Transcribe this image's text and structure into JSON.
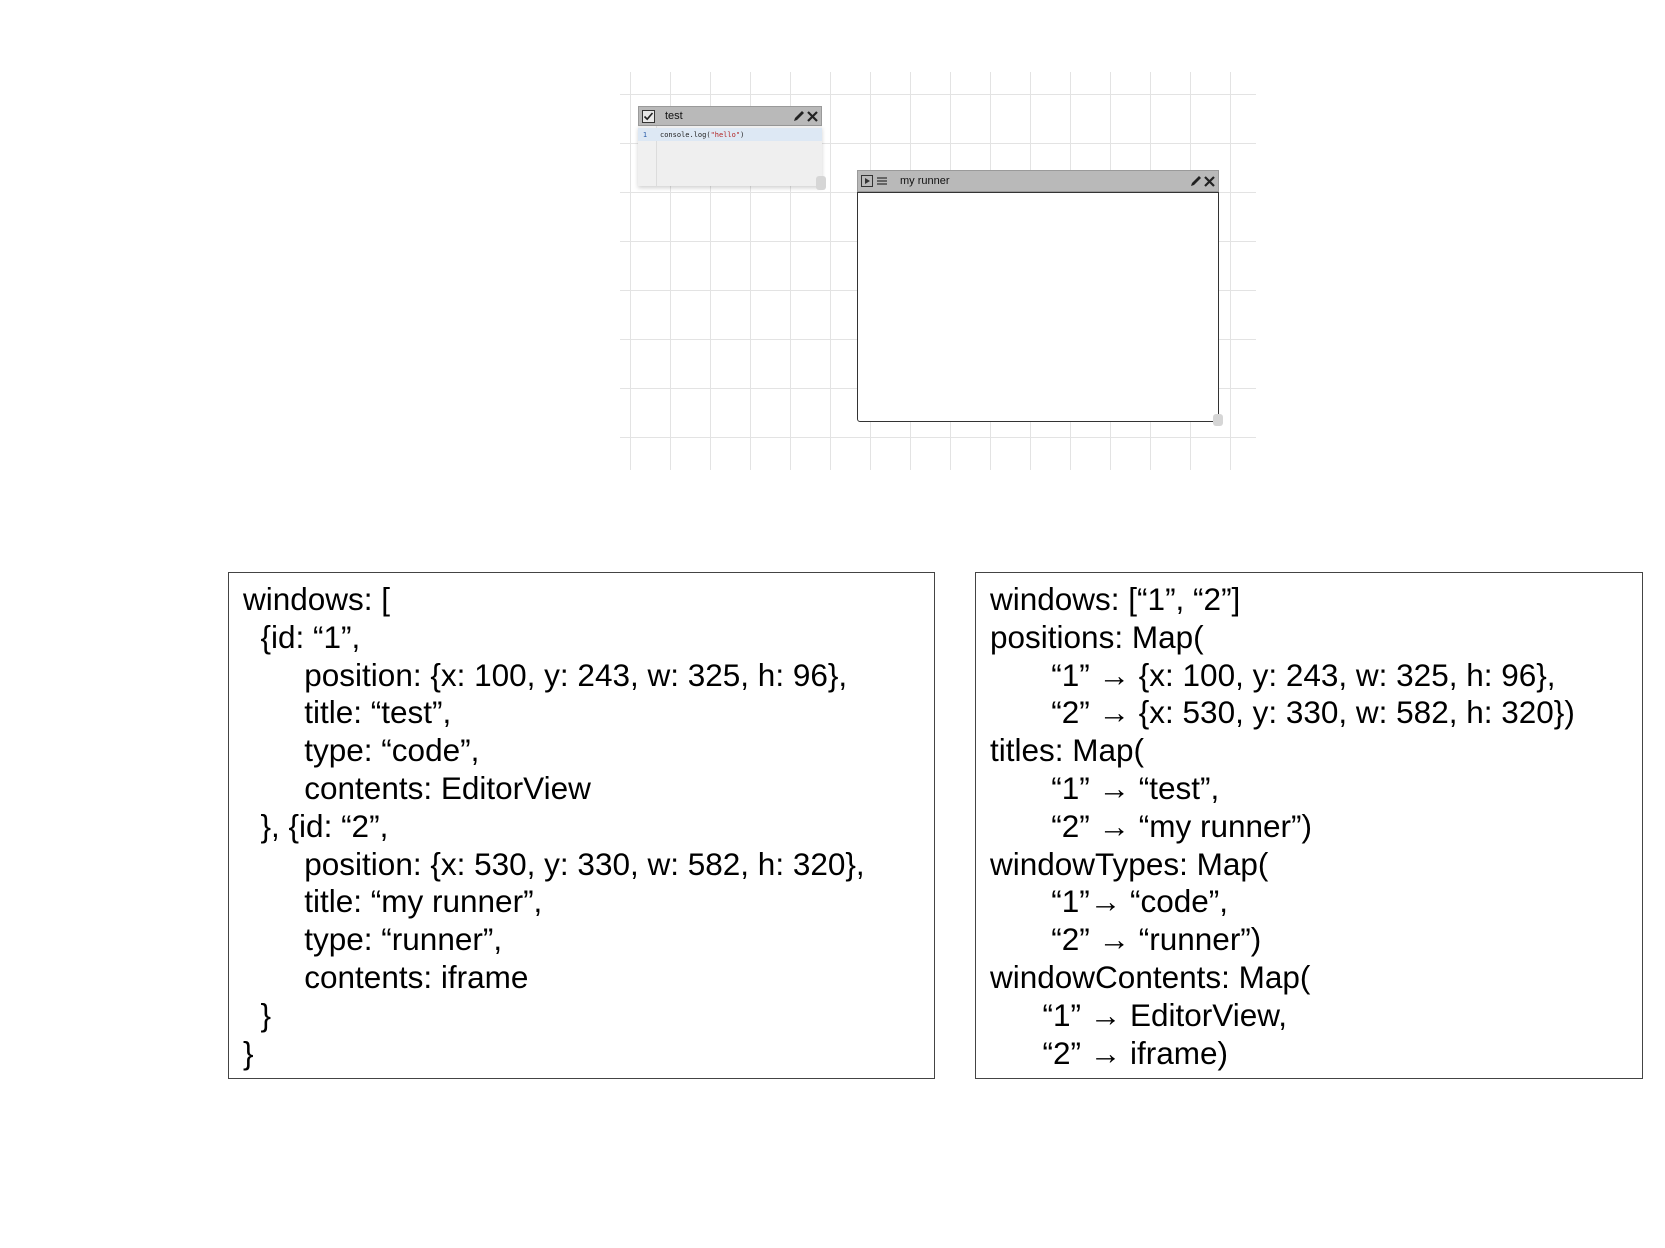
{
  "canvas": {
    "windows": [
      {
        "title": "test",
        "type": "code",
        "code_lines": [
          {
            "number": "1",
            "text_prefix": "console.log(",
            "string_literal": "\"hello\"",
            "text_suffix": ")"
          }
        ]
      },
      {
        "title": "my runner",
        "type": "runner"
      }
    ]
  },
  "left_box": {
    "lines": [
      "windows: [",
      "  {id: “1”,",
      "       position: {x: 100, y: 243, w: 325, h: 96},",
      "       title: “test”,",
      "       type: “code”,",
      "       contents: EditorView",
      "  }, {id: “2”,",
      "       position: {x: 530, y: 330, w: 582, h: 320},",
      "       title: “my runner”,",
      "       type: “runner”,",
      "       contents: iframe",
      "  }",
      "}"
    ]
  },
  "right_box": {
    "lines": [
      "windows: [“1”, “2”]",
      "positions: Map(",
      "       “1” → {x: 100, y: 243, w: 325, h: 96},",
      "       “2” → {x: 530, y: 330, w: 582, h: 320})",
      "titles: Map(",
      "       “1” → “test”,",
      "       “2” → “my runner”)",
      "windowTypes: Map(",
      "       “1”→ “code”,",
      "       “2” → “runner”)",
      "windowContents: Map(",
      "      “1” → EditorView,",
      "      “2” → iframe)"
    ]
  },
  "icons": {
    "code_window": "checkbox-icon",
    "runner_window": [
      "play-icon",
      "menu-icon"
    ],
    "tools": [
      "pencil-icon",
      "close-icon"
    ]
  }
}
